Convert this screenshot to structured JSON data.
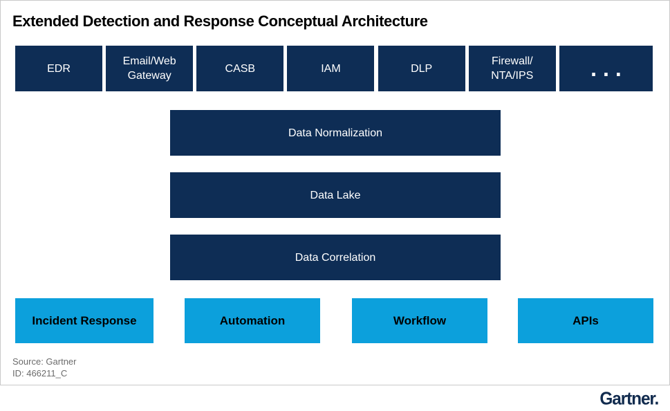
{
  "title": "Extended Detection and Response Conceptual Architecture",
  "colors": {
    "navy_box": "#0e2d55",
    "light_blue_box": "#0ca0dc",
    "border_gray": "#c9c9c9",
    "attribution_gray": "#6b6b6b",
    "logo_navy": "#112b4e",
    "title_black": "#000000",
    "box_text_white": "#ffffff"
  },
  "source_row": {
    "boxes": [
      {
        "label": "EDR",
        "lines": [
          "EDR"
        ]
      },
      {
        "label": "Email/Web Gateway",
        "lines": [
          "Email/Web",
          "Gateway"
        ]
      },
      {
        "label": "CASB",
        "lines": [
          "CASB"
        ]
      },
      {
        "label": "IAM",
        "lines": [
          "IAM"
        ]
      },
      {
        "label": "DLP",
        "lines": [
          "DLP"
        ]
      },
      {
        "label": "Firewall/NTA/IPS",
        "lines": [
          "Firewall/",
          "NTA/IPS"
        ]
      },
      {
        "label": "...",
        "lines": [
          "..."
        ]
      }
    ]
  },
  "pipeline": {
    "boxes": [
      {
        "label": "Data Normalization"
      },
      {
        "label": "Data Lake"
      },
      {
        "label": "Data Correlation"
      }
    ]
  },
  "capabilities": {
    "boxes": [
      {
        "label": "Incident Response"
      },
      {
        "label": "Automation"
      },
      {
        "label": "Workflow"
      },
      {
        "label": "APIs"
      }
    ]
  },
  "footer": {
    "source_line": "Source: Gartner",
    "id_line": "ID: 466211_C",
    "logo_text": "Gartner."
  }
}
